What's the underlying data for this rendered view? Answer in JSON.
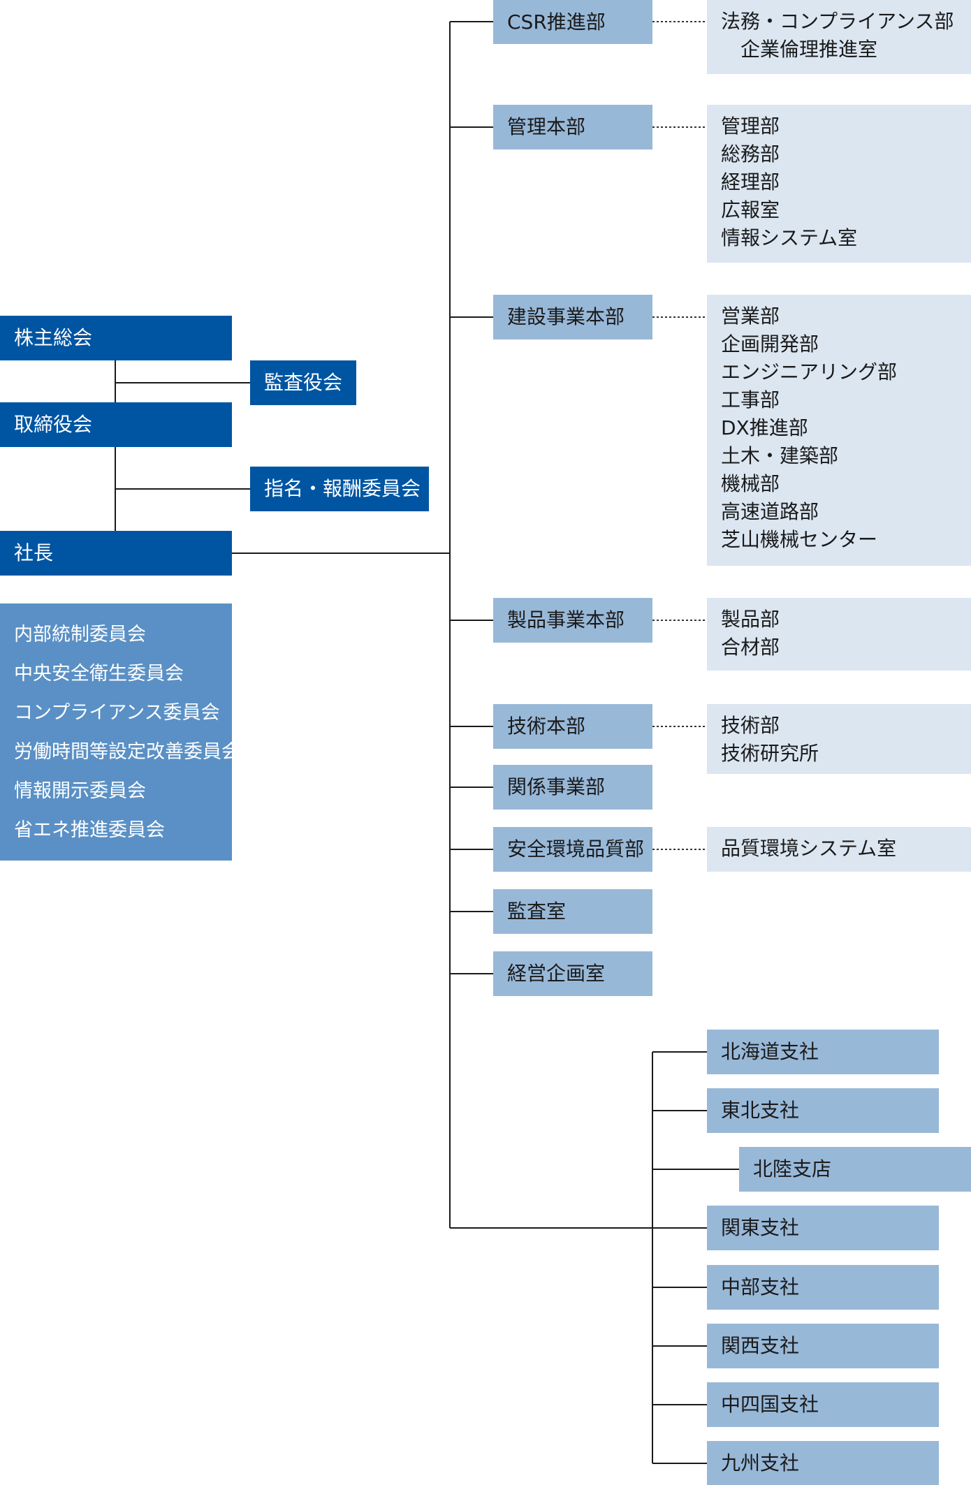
{
  "governance": {
    "shareholders": "株主総会",
    "auditors": "監査役会",
    "board": "取締役会",
    "nomination": "指名・報酬委員会",
    "president": "社長"
  },
  "committees": [
    "内部統制委員会",
    "中央安全衛生委員会",
    "コンプライアンス委員会",
    "労働時間等設定改善委員会",
    "情報開示委員会",
    "省エネ推進委員会"
  ],
  "departments": [
    {
      "name": "CSR推進部",
      "sub": [
        "法務・コンプライアンス部",
        "企業倫理推進室"
      ]
    },
    {
      "name": "管理本部",
      "sub": [
        "管理部",
        "総務部",
        "経理部",
        "広報室",
        "情報システム室"
      ]
    },
    {
      "name": "建設事業本部",
      "sub": [
        "営業部",
        "企画開発部",
        "エンジニアリング部",
        "工事部",
        "DX推進部",
        "土木・建築部",
        "機械部",
        "高速道路部",
        "芝山機械センター"
      ]
    },
    {
      "name": "製品事業本部",
      "sub": [
        "製品部",
        "合材部"
      ]
    },
    {
      "name": "技術本部",
      "sub": [
        "技術部",
        "技術研究所"
      ]
    },
    {
      "name": "関係事業部",
      "sub": []
    },
    {
      "name": "安全環境品質部",
      "sub": [
        "品質環境システム室"
      ]
    },
    {
      "name": "監査室",
      "sub": []
    },
    {
      "name": "経営企画室",
      "sub": []
    }
  ],
  "branches": [
    "北海道支社",
    "東北支社",
    "北陸支店",
    "関東支社",
    "中部支社",
    "関西支社",
    "中四国支社",
    "九州支社"
  ]
}
